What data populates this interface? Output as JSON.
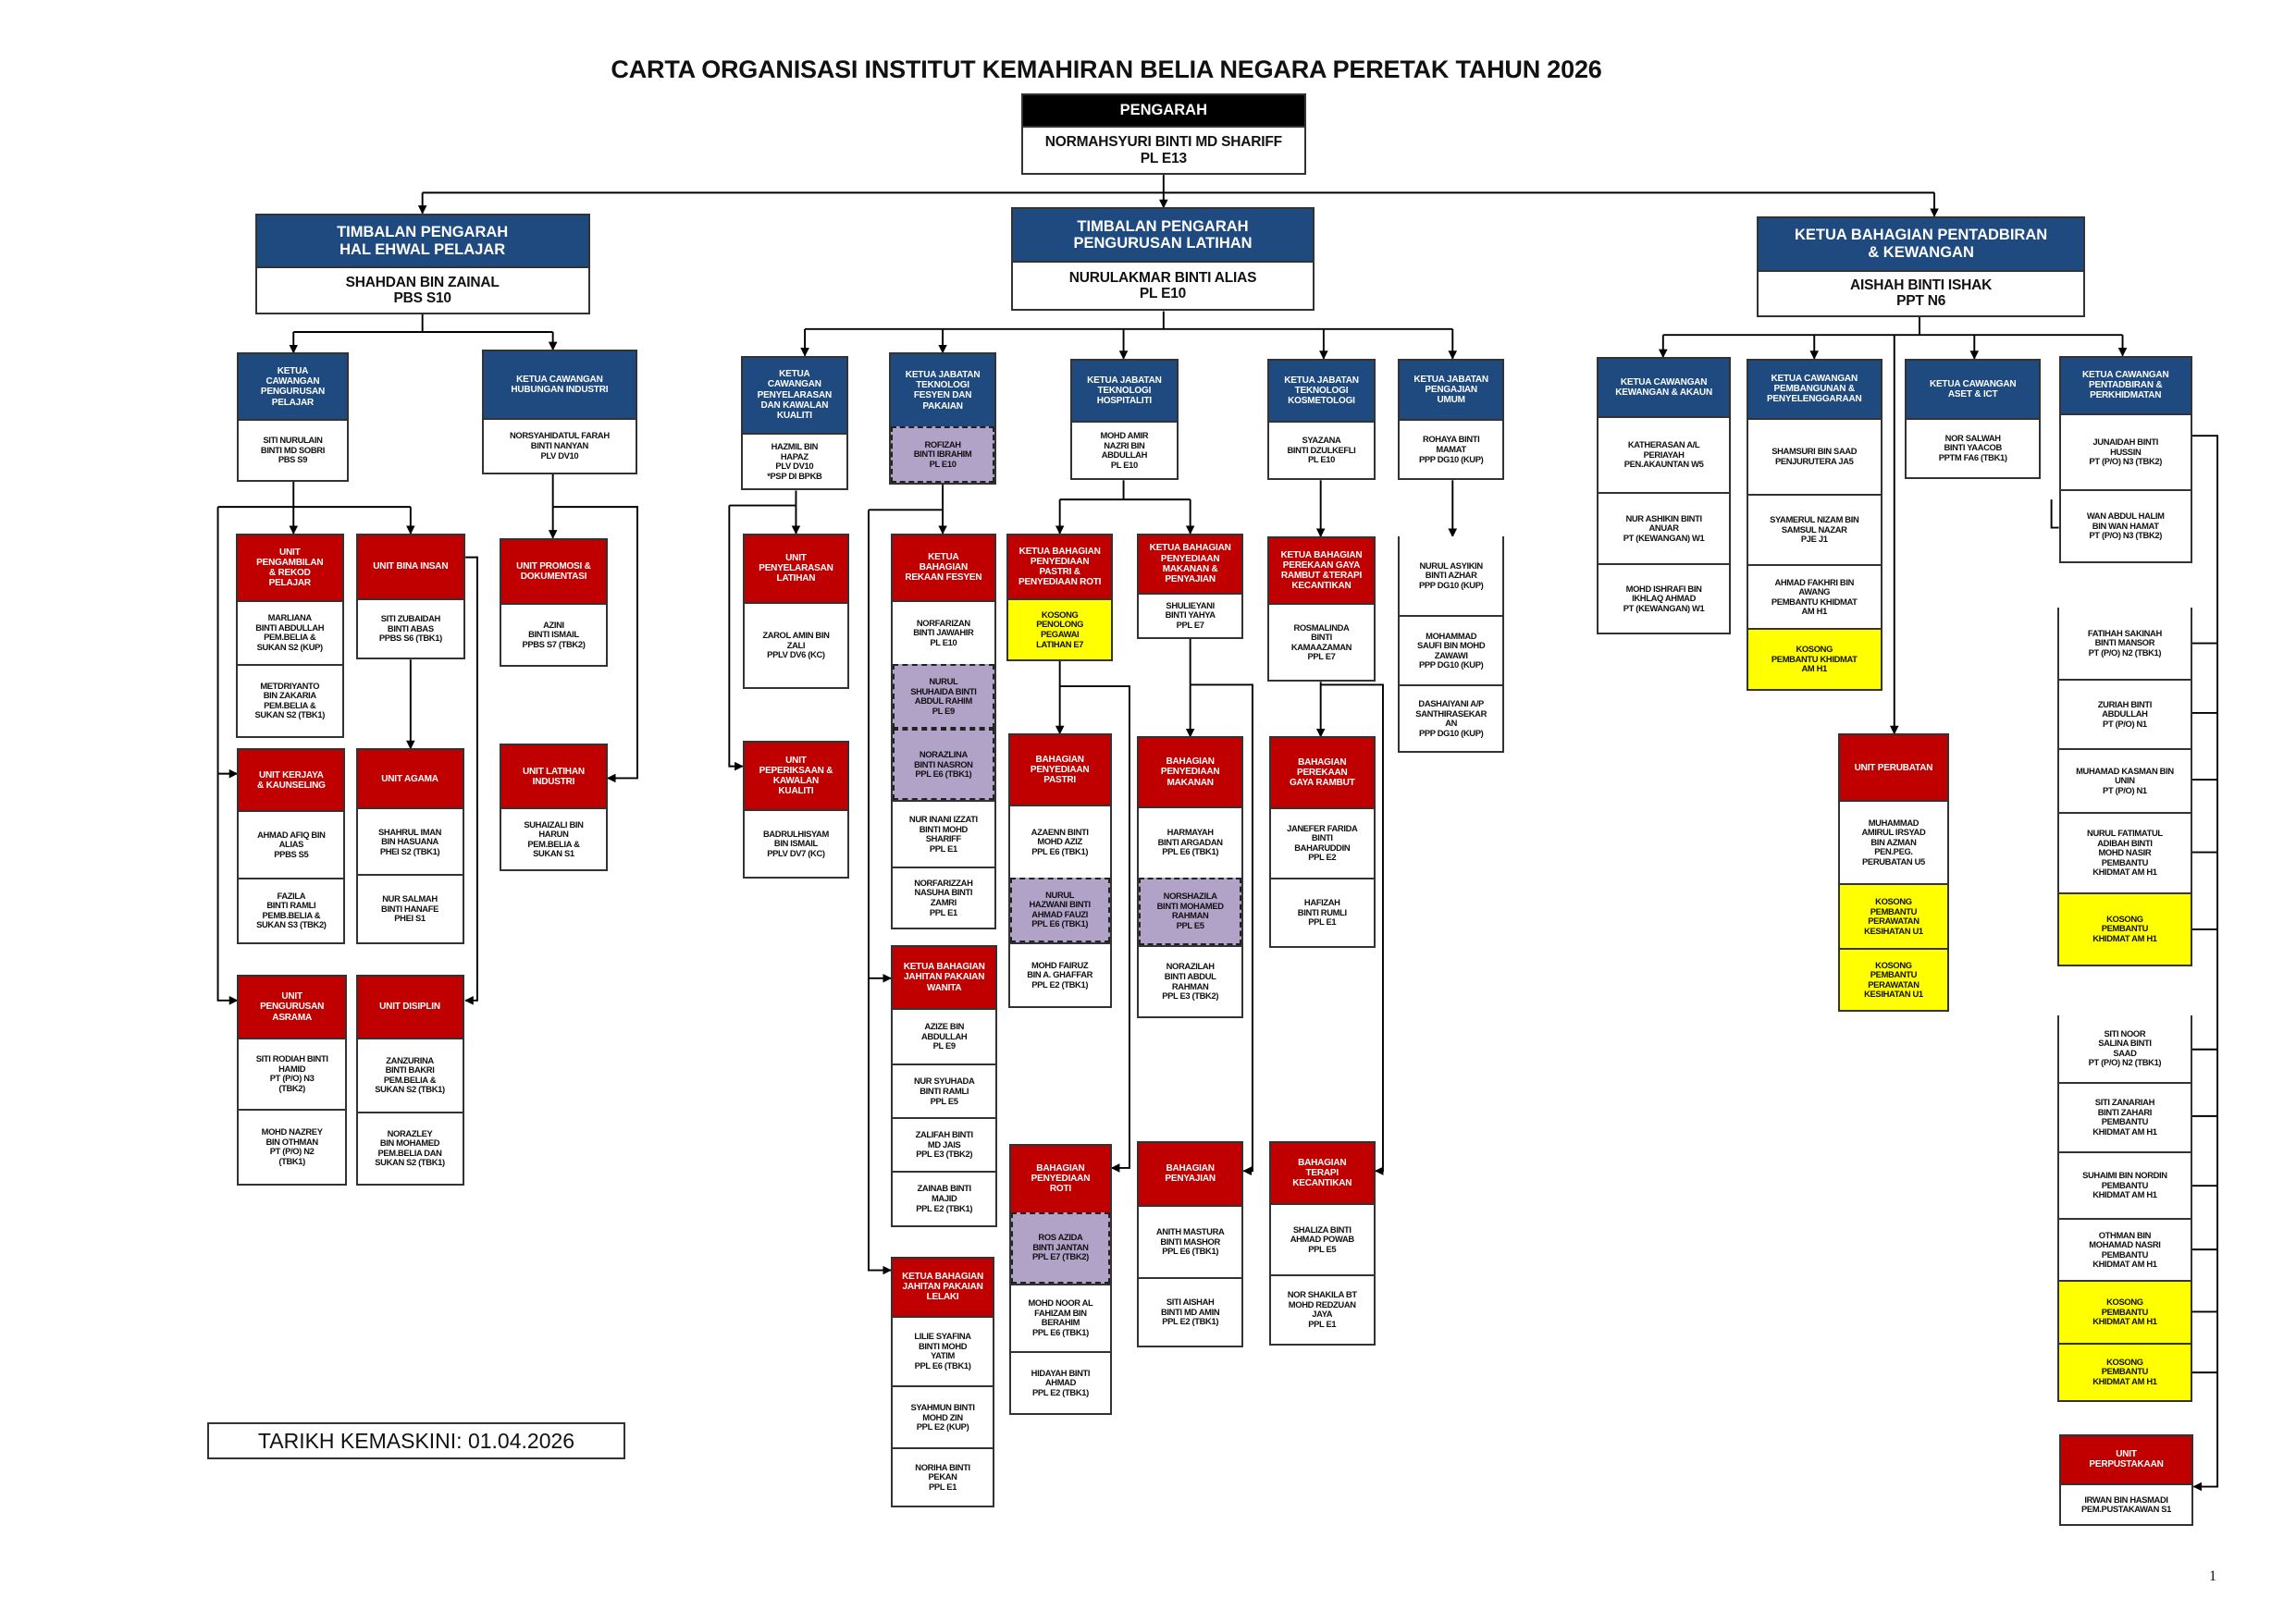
{
  "title": "CARTA ORGANISASI INSTITUT KEMAHIRAN BELIA NEGARA PERETAK TAHUN 2026",
  "updated_label": "TARIKH KEMASKINI: 01.04.2026",
  "page_number": "1",
  "colors": {
    "blue": "#1f4a7f",
    "red": "#c00000",
    "black": "#000000",
    "white": "#ffffff",
    "yellow": "#ffff00",
    "purple": "#b1a3c8"
  },
  "boxes": [
    {
      "id": "pengarah",
      "header": "PENGARAH",
      "header_color": "black",
      "cells": [
        {
          "text": "NORMAHSYURI BINTI MD SHARIFF\nPL E13",
          "fill": "white"
        }
      ]
    },
    {
      "id": "tp_hep",
      "header": "TIMBALAN PENGARAH\nHAL EHWAL PELAJAR",
      "header_color": "blue",
      "cells": [
        {
          "text": "SHAHDAN BIN ZAINAL\nPBS S10",
          "fill": "white"
        }
      ]
    },
    {
      "id": "tp_latihan",
      "header": "TIMBALAN PENGARAH\nPENGURUSAN LATIHAN",
      "header_color": "blue",
      "cells": [
        {
          "text": "NURULAKMAR BINTI ALIAS\nPL E10",
          "fill": "white"
        }
      ]
    },
    {
      "id": "kb_pentadbiran",
      "header": "KETUA BAHAGIAN PENTADBIRAN\n& KEWANGAN",
      "header_color": "blue",
      "cells": [
        {
          "text": "AISHAH BINTI ISHAK\nPPT N6",
          "fill": "white"
        }
      ]
    },
    {
      "id": "kc_pelajar",
      "header": "KETUA\nCAWANGAN\nPENGURUSAN\nPELAJAR",
      "header_color": "blue",
      "cells": [
        {
          "text": "SITI NURULAIN\nBINTI MD SOBRI\nPBS S9",
          "fill": "white"
        }
      ]
    },
    {
      "id": "kc_industri",
      "header": "KETUA CAWANGAN\nHUBUNGAN INDUSTRI",
      "header_color": "blue",
      "cells": [
        {
          "text": "NORSYAHIDATUL FARAH\nBINTI NANYAN\nPLV DV10",
          "fill": "white"
        }
      ]
    },
    {
      "id": "u_pengambilan",
      "header": "UNIT\nPENGAMBILAN\n& REKOD\nPELAJAR",
      "header_color": "red",
      "cells": [
        {
          "text": "MARLIANA\nBINTI ABDULLAH\nPEM.BELIA &\nSUKAN S2 (KUP)",
          "fill": "white"
        },
        {
          "text": "METDRIYANTO\nBIN ZAKARIA\nPEM.BELIA &\nSUKAN S2 (TBK1)",
          "fill": "white"
        }
      ]
    },
    {
      "id": "u_binainsan",
      "header": "UNIT BINA INSAN",
      "header_color": "red",
      "cells": [
        {
          "text": "SITI ZUBAIDAH\nBINTI ABAS\nPPBS S6 (TBK1)",
          "fill": "white"
        }
      ]
    },
    {
      "id": "u_kerjaya",
      "header": "UNIT KERJAYA\n& KAUNSELING",
      "header_color": "red",
      "cells": [
        {
          "text": "AHMAD AFIQ BIN\nALIAS\nPPBS S5",
          "fill": "white"
        },
        {
          "text": "FAZILA\nBINTI RAMLI\nPEMB.BELIA &\nSUKAN S3 (TBK2)",
          "fill": "white"
        }
      ]
    },
    {
      "id": "u_agama",
      "header": "UNIT AGAMA",
      "header_color": "red",
      "cells": [
        {
          "text": "SHAHRUL IMAN\nBIN HASUANA\nPHEI S2 (TBK1)",
          "fill": "white"
        },
        {
          "text": "NUR SALMAH\nBINTI HANAFE\nPHEI S1",
          "fill": "white"
        }
      ]
    },
    {
      "id": "u_asrama",
      "header": "UNIT\nPENGURUSAN\nASRAMA",
      "header_color": "red",
      "cells": [
        {
          "text": "SITI RODIAH BINTI\nHAMID\nPT (P/O) N3\n(TBK2)",
          "fill": "white"
        },
        {
          "text": "MOHD NAZREY\nBIN OTHMAN\nPT (P/O) N2\n(TBK1)",
          "fill": "white"
        }
      ]
    },
    {
      "id": "u_disiplin",
      "header": "UNIT DISIPLIN",
      "header_color": "red",
      "cells": [
        {
          "text": "ZANZURINA\nBINTI BAKRI\nPEM.BELIA &\nSUKAN S2 (TBK1)",
          "fill": "white"
        },
        {
          "text": "NORAZLEY\nBIN MOHAMED\nPEM.BELIA DAN\nSUKAN S2 (TBK1)",
          "fill": "white"
        }
      ]
    },
    {
      "id": "u_promosi",
      "header": "UNIT PROMOSI &\nDOKUMENTASI",
      "header_color": "red",
      "cells": [
        {
          "text": "AZINI\nBINTI ISMAIL\nPPBS S7 (TBK2)",
          "fill": "white"
        }
      ]
    },
    {
      "id": "u_latihanind",
      "header": "UNIT LATIHAN\nINDUSTRI",
      "header_color": "red",
      "cells": [
        {
          "text": "SUHAIZALI BIN\nHARUN\nPEM.BELIA &\nSUKAN S1",
          "fill": "white"
        }
      ]
    },
    {
      "id": "kc_penyelarasan",
      "header": "KETUA\nCAWANGAN\nPENYELARASAN\nDAN KAWALAN\nKUALITI",
      "header_color": "blue",
      "cells": [
        {
          "text": "HAZMIL BIN\nHAPAZ\nPLV DV10\n*PSP DI BPKB",
          "fill": "white"
        }
      ]
    },
    {
      "id": "kj_fesyen",
      "header": "KETUA JABATAN\nTEKNOLOGI\nFESYEN DAN\nPAKAIAN",
      "header_color": "blue",
      "cells": [
        {
          "text": "ROFIZAH\nBINTI IBRAHIM\nPL E10",
          "fill": "purple"
        }
      ]
    },
    {
      "id": "kj_hospitaliti",
      "header": "KETUA JABATAN\nTEKNOLOGI\nHOSPITALITI",
      "header_color": "blue",
      "cells": [
        {
          "text": "MOHD AMIR\nNAZRI BIN\nABDULLAH\nPL E10",
          "fill": "white"
        }
      ]
    },
    {
      "id": "kj_kosmetologi",
      "header": "KETUA JABATAN\nTEKNOLOGI\nKOSMETOLOGI",
      "header_color": "blue",
      "cells": [
        {
          "text": "SYAZANA\nBINTI DZULKEFLI\nPL E10",
          "fill": "white"
        }
      ]
    },
    {
      "id": "kj_umum",
      "header": "KETUA JABATAN\nPENGAJIAN\nUMUM",
      "header_color": "blue",
      "cells": [
        {
          "text": "ROHAYA BINTI\nMAMAT\nPPP DG10 (KUP)",
          "fill": "white"
        }
      ]
    },
    {
      "id": "u_penyelarasan_latihan",
      "header": "UNIT\nPENYELARASAN\nLATIHAN",
      "header_color": "red",
      "cells": [
        {
          "text": "ZAROL AMIN BIN\nZALI\nPPLV DV6 (KC)",
          "fill": "white"
        }
      ]
    },
    {
      "id": "u_peperiksaan",
      "header": "UNIT\nPEPERIKSAAN &\nKAWALAN\nKUALITI",
      "header_color": "red",
      "cells": [
        {
          "text": "BADRULHISYAM\nBIN ISMAIL\nPPLV DV7 (KC)",
          "fill": "white"
        }
      ]
    },
    {
      "id": "kb_rekaan",
      "header": "KETUA\nBAHAGIAN\nREKAAN FESYEN",
      "header_color": "red",
      "cells": [
        {
          "text": "NORFARIZAN\nBINTI JAWAHIR\nPL E10",
          "fill": "white"
        },
        {
          "text": "NURUL\nSHUHAIDA BINTI\nABDUL RAHIM\nPL E9",
          "fill": "purple"
        },
        {
          "text": "NORAZLINA\nBINTI NASRON\nPPL E6 (TBK1)",
          "fill": "purple"
        },
        {
          "text": "NUR INANI IZZATI\nBINTI MOHD\nSHARIFF\nPPL E1",
          "fill": "white"
        },
        {
          "text": "NORFARIZZAH\nNASUHA BINTI\nZAMRI\nPPL E1",
          "fill": "white"
        }
      ]
    },
    {
      "id": "kb_wanita",
      "header": "KETUA BAHAGIAN\nJAHITAN PAKAIAN\nWANITA",
      "header_color": "red",
      "cells": [
        {
          "text": "AZIZE BIN\nABDULLAH\nPL E9",
          "fill": "white"
        },
        {
          "text": "NUR SYUHADA\nBINTI RAMLI\nPPL E5",
          "fill": "white"
        },
        {
          "text": "ZALIFAH BINTI\nMD JAIS\nPPL E3 (TBK2)",
          "fill": "white"
        },
        {
          "text": "ZAINAB BINTI\nMAJID\nPPL E2 (TBK1)",
          "fill": "white"
        }
      ]
    },
    {
      "id": "kb_lelaki",
      "header": "KETUA BAHAGIAN\nJAHITAN PAKAIAN\nLELAKI",
      "header_color": "red",
      "cells": [
        {
          "text": "LILIE SYAFINA\nBINTI MOHD\nYATIM\nPPL E6 (TBK1)",
          "fill": "white"
        },
        {
          "text": "SYAHMUN BINTI\nMOHD ZIN\nPPL E2 (KUP)",
          "fill": "white"
        },
        {
          "text": "NORIHA BINTI\nPEKAN\nPPL E1",
          "fill": "white"
        }
      ]
    },
    {
      "id": "kb_pastri_roti",
      "header": "KETUA BAHAGIAN\nPENYEDIAAN\nPASTRI &\nPENYEDIAAN ROTI",
      "header_color": "red",
      "cells": [
        {
          "text": "KOSONG\nPENOLONG\nPEGAWAI\nLATIHAN E7",
          "fill": "yellow"
        }
      ]
    },
    {
      "id": "b_pastri",
      "header": "BAHAGIAN\nPENYEDIAAN\nPASTRI",
      "header_color": "red",
      "cells": [
        {
          "text": "AZAENN BINTI\nMOHD AZIZ\nPPL E6 (TBK1)",
          "fill": "white"
        },
        {
          "text": "NURUL\nHAZWANI BINTI\nAHMAD FAUZI\nPPL E6 (TBK1)",
          "fill": "purple"
        },
        {
          "text": "MOHD FAIRUZ\nBIN A. GHAFFAR\nPPL E2 (TBK1)",
          "fill": "white"
        }
      ]
    },
    {
      "id": "b_roti",
      "header": "BAHAGIAN\nPENYEDIAAN\nROTI",
      "header_color": "red",
      "cells": [
        {
          "text": "ROS AZIDA\nBINTI JANTAN\nPPL E7 (TBK2)",
          "fill": "purple"
        },
        {
          "text": "MOHD NOOR AL\nFAHIZAM BIN\nBERAHIM\nPPL E6 (TBK1)",
          "fill": "white"
        },
        {
          "text": "HIDAYAH BINTI\nAHMAD\nPPL E2 (TBK1)",
          "fill": "white"
        }
      ]
    },
    {
      "id": "kb_makanan",
      "header": "KETUA BAHAGIAN\nPENYEDIAAN\nMAKANAN &\nPENYAJIAN",
      "header_color": "red",
      "cells": [
        {
          "text": "SHULIEYANI\nBINTI YAHYA\nPPL E7",
          "fill": "white"
        }
      ]
    },
    {
      "id": "b_makanan",
      "header": "BAHAGIAN\nPENYEDIAAN\nMAKANAN",
      "header_color": "red",
      "cells": [
        {
          "text": "HARMAYAH\nBINTI ARGADAN\nPPL E6 (TBK1)",
          "fill": "white"
        },
        {
          "text": "NORSHAZILA\nBINTI MOHAMED\nRAHMAN\nPPL E5",
          "fill": "purple"
        },
        {
          "text": "NORAZILAH\nBINTI ABDUL\nRAHMAN\nPPL E3 (TBK2)",
          "fill": "white"
        }
      ]
    },
    {
      "id": "b_penyajian",
      "header": "BAHAGIAN\nPENYAJIAN",
      "header_color": "red",
      "cells": [
        {
          "text": "ANITH MASTURA\nBINTI MASHOR\nPPL E6 (TBK1)",
          "fill": "white"
        },
        {
          "text": "SITI AISHAH\nBINTI MD AMIN\nPPL E2 (TBK1)",
          "fill": "white"
        }
      ]
    },
    {
      "id": "kb_rambut",
      "header": "KETUA BAHAGIAN\nPEREKAAN GAYA\nRAMBUT &TERAPI\nKECANTIKAN",
      "header_color": "red",
      "cells": [
        {
          "text": "ROSMALINDA\nBINTI\nKAMAAZAMAN\nPPL E7",
          "fill": "white"
        }
      ]
    },
    {
      "id": "b_rambut",
      "header": "BAHAGIAN\nPEREKAAN\nGAYA RAMBUT",
      "header_color": "red",
      "cells": [
        {
          "text": "JANEFER FARIDA\nBINTI\nBAHARUDDIN\nPPL E2",
          "fill": "white"
        },
        {
          "text": "HAFIZAH\nBINTI RUMLI\nPPL E1",
          "fill": "white"
        }
      ]
    },
    {
      "id": "b_terapi",
      "header": "BAHAGIAN\nTERAPI\nKECANTIKAN",
      "header_color": "red",
      "cells": [
        {
          "text": "SHALIZA BINTI\nAHMAD POWAB\nPPL E5",
          "fill": "white"
        },
        {
          "text": "NOR SHAKILA BT\nMOHD REDZUAN\nJAYA\nPPL E1",
          "fill": "white"
        }
      ]
    },
    {
      "id": "umum_staff",
      "header": null,
      "header_color": null,
      "cells": [
        {
          "text": "NURUL ASYIKIN\nBINTI AZHAR\nPPP DG10 (KUP)",
          "fill": "white"
        },
        {
          "text": "MOHAMMAD\nSAUFI BIN MOHD\nZAWAWI\nPPP DG10 (KUP)",
          "fill": "white"
        },
        {
          "text": "DASHAIYANI A/P\nSANTHIRASEKAR\nAN\nPPP DG10 (KUP)",
          "fill": "white"
        }
      ]
    },
    {
      "id": "kc_kewangan",
      "header": "KETUA CAWANGAN\nKEWANGAN & AKAUN",
      "header_color": "blue",
      "cells": [
        {
          "text": "KATHERASAN A/L\nPERIAYAH\nPEN.AKAUNTAN W5",
          "fill": "white"
        },
        {
          "text": "NUR ASHIKIN BINTI\nANUAR\nPT (KEWANGAN) W1",
          "fill": "white"
        },
        {
          "text": "MOHD ISHRAFI BIN\nIKHLAQ AHMAD\nPT (KEWANGAN) W1",
          "fill": "white"
        }
      ]
    },
    {
      "id": "kc_pembangunan",
      "header": "KETUA CAWANGAN\nPEMBANGUNAN &\nPENYELENGGARAAN",
      "header_color": "blue",
      "cells": [
        {
          "text": "SHAMSURI BIN SAAD\nPENJURUTERA JA5",
          "fill": "white"
        },
        {
          "text": "SYAMERUL NIZAM BIN\nSAMSUL NAZAR\nPJE J1",
          "fill": "white"
        },
        {
          "text": "AHMAD FAKHRI BIN\nAWANG\nPEMBANTU KHIDMAT\nAM H1",
          "fill": "white"
        },
        {
          "text": "KOSONG\nPEMBANTU KHIDMAT\nAM H1",
          "fill": "yellow"
        }
      ]
    },
    {
      "id": "kc_aset",
      "header": "KETUA CAWANGAN\nASET & ICT",
      "header_color": "blue",
      "cells": [
        {
          "text": "NOR SALWAH\nBINTI YAACOB\nPPTM FA6 (TBK1)",
          "fill": "white"
        }
      ]
    },
    {
      "id": "kc_pentadbiran",
      "header": "KETUA CAWANGAN\nPENTADBIRAN &\nPERKHIDMATAN",
      "header_color": "blue",
      "cells": [
        {
          "text": "JUNAIDAH BINTI\nHUSSIN\nPT (P/O) N3 (TBK2)",
          "fill": "white"
        },
        {
          "text": "WAN ABDUL HALIM\nBIN WAN HAMAT\nPT (P/O) N3 (TBK2)",
          "fill": "white"
        }
      ]
    },
    {
      "id": "pentadbiran_staff1",
      "header": null,
      "header_color": null,
      "cells": [
        {
          "text": "FATIHAH SAKINAH\nBINTI MANSOR\nPT (P/O) N2 (TBK1)",
          "fill": "white"
        },
        {
          "text": "ZURIAH BINTI\nABDULLAH\nPT (P/O) N1",
          "fill": "white"
        },
        {
          "text": "MUHAMAD KASMAN BIN\nUNIN\nPT (P/O) N1",
          "fill": "white"
        },
        {
          "text": "NURUL FATIMATUL\nADIBAH BINTI\nMOHD NASIR\nPEMBANTU\nKHIDMAT AM H1",
          "fill": "white"
        },
        {
          "text": "KOSONG\nPEMBANTU\nKHIDMAT AM H1",
          "fill": "yellow"
        }
      ]
    },
    {
      "id": "pentadbiran_staff2",
      "header": null,
      "header_color": null,
      "cells": [
        {
          "text": "SITI NOOR\nSALINA BINTI\nSAAD\nPT (P/O) N2 (TBK1)",
          "fill": "white"
        },
        {
          "text": "SITI ZANARIAH\nBINTI ZAHARI\nPEMBANTU\nKHIDMAT AM H1",
          "fill": "white"
        },
        {
          "text": "SUHAIMI BIN NORDIN\nPEMBANTU\nKHIDMAT AM H1",
          "fill": "white"
        },
        {
          "text": "OTHMAN BIN\nMOHAMAD NASRI\nPEMBANTU\nKHIDMAT AM H1",
          "fill": "white"
        },
        {
          "text": "KOSONG\nPEMBANTU\nKHIDMAT AM H1",
          "fill": "yellow"
        },
        {
          "text": "KOSONG\nPEMBANTU\nKHIDMAT AM H1",
          "fill": "yellow"
        }
      ]
    },
    {
      "id": "u_perpustakaan",
      "header": "UNIT\nPERPUSTAKAAN",
      "header_color": "red",
      "cells": [
        {
          "text": "IRWAN BIN HASMADI\nPEM.PUSTAKAWAN S1",
          "fill": "white"
        }
      ]
    },
    {
      "id": "u_perubatan",
      "header": "UNIT PERUBATAN",
      "header_color": "red",
      "cells": [
        {
          "text": "MUHAMMAD\nAMIRUL IRSYAD\nBIN AZMAN\nPEN.PEG.\nPERUBATAN U5",
          "fill": "white"
        },
        {
          "text": "KOSONG\nPEMBANTU\nPERAWATAN\nKESIHATAN U1",
          "fill": "yellow"
        },
        {
          "text": "KOSONG\nPEMBANTU\nPERAWATAN\nKESIHATAN U1",
          "fill": "yellow"
        }
      ]
    }
  ]
}
